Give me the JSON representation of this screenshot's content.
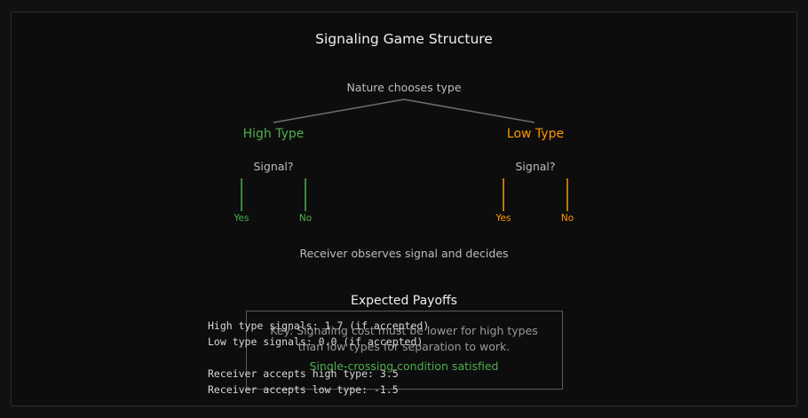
{
  "diagram": {
    "title": "Signaling Game Structure",
    "root": "Nature chooses type",
    "types": [
      {
        "label": "High Type",
        "question": "Signal?",
        "branches": [
          "Yes",
          "No"
        ],
        "color": "#4caf50"
      },
      {
        "label": "Low Type",
        "question": "Signal?",
        "branches": [
          "Yes",
          "No"
        ],
        "color": "#ff9800"
      }
    ],
    "receiver_note": "Receiver observes signal and decides"
  },
  "payoffs": {
    "title": "Expected Payoffs",
    "lines": [
      "High type signals: 1.7 (if accepted)",
      "Low type signals: 0.0 (if accepted)",
      "Receiver accepts high type: 3.5",
      "Receiver accepts low type: -1.5"
    ]
  },
  "key": {
    "line1": "Key: Signaling cost must be lower for high types",
    "line2": "than low types for separation to work.",
    "condition": "Single-crossing condition satisfied",
    "condition_color": "#4caf50"
  }
}
